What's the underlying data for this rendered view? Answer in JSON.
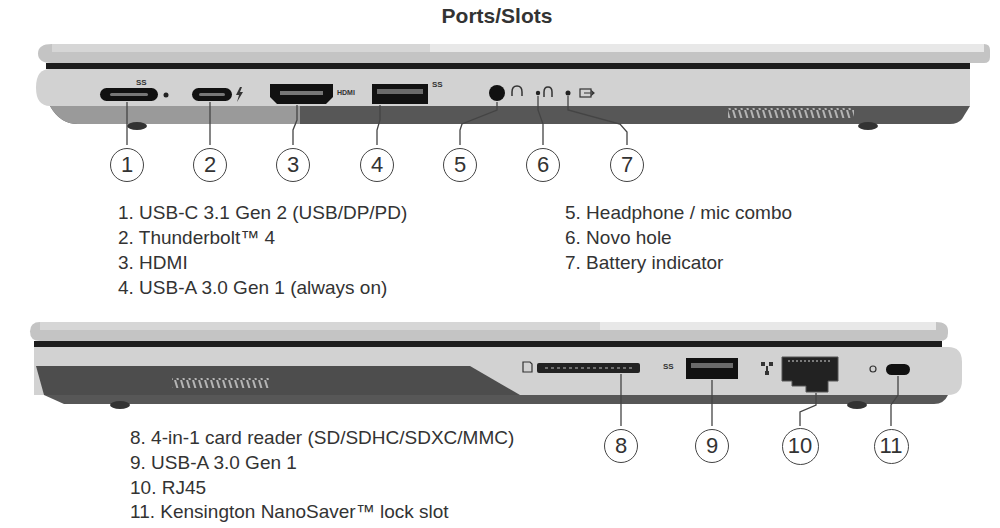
{
  "diagram": {
    "title": "Ports/Slots",
    "nodes": [
      {
        "text": [
          "1"
        ]
      },
      {
        "text": [
          "2"
        ]
      },
      {
        "text": [
          "3"
        ]
      },
      {
        "text": [
          "4"
        ]
      },
      {
        "text": [
          "5"
        ]
      },
      {
        "text": [
          "6"
        ]
      },
      {
        "text": [
          "7"
        ]
      },
      {
        "text": [
          "8"
        ]
      },
      {
        "text": [
          "9"
        ]
      },
      {
        "text": [
          "10"
        ]
      },
      {
        "text": [
          "11"
        ]
      }
    ],
    "labels": [
      "SS",
      "HDMI",
      "SS",
      "1. USB-C 3.1 Gen 2 (USB/DP/PD)",
      "2. Thunderbolt™ 4",
      "3. HDMI",
      "4. USB-A 3.0 Gen 1 (always on)",
      "5. Headphone / mic combo",
      "6. Novo hole",
      "7. Battery indicator",
      "SS",
      "8. 4-in-1 card reader (SD/SDHC/SDXC/MMC)",
      "9. USB-A 3.0 Gen 1",
      "10. RJ45",
      "11. Kensington NanoSaver™ lock slot"
    ]
  }
}
